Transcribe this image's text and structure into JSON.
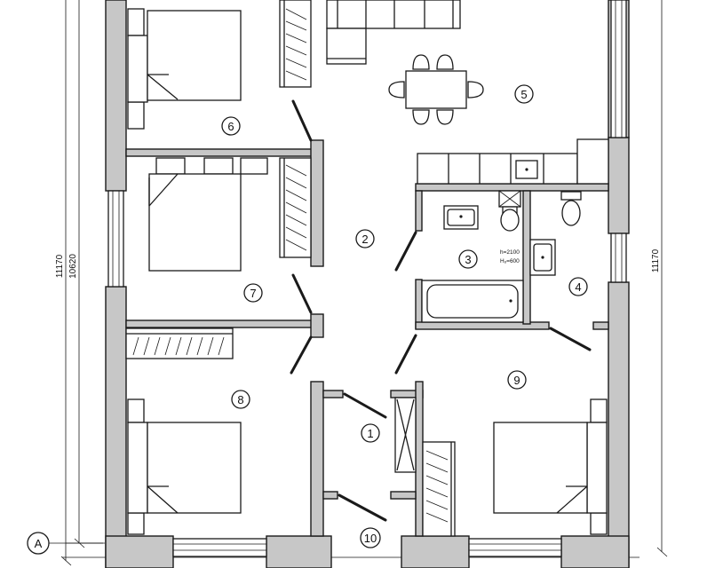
{
  "rooms": [
    {
      "label": "1"
    },
    {
      "label": "2"
    },
    {
      "label": "3"
    },
    {
      "label": "4"
    },
    {
      "label": "5"
    },
    {
      "label": "6"
    },
    {
      "label": "7"
    },
    {
      "label": "8"
    },
    {
      "label": "9"
    },
    {
      "label": "10"
    }
  ],
  "dimensions": {
    "outer_left": "11170",
    "inner_left": "10620",
    "right": "11170"
  },
  "bath_note": {
    "line1": "h=2100",
    "line2": "Hₒ=600"
  },
  "axis": {
    "label": "A"
  },
  "colors": {
    "wall": "#c7c7c7",
    "line": "#1a1a1a",
    "background": "#ffffff"
  }
}
